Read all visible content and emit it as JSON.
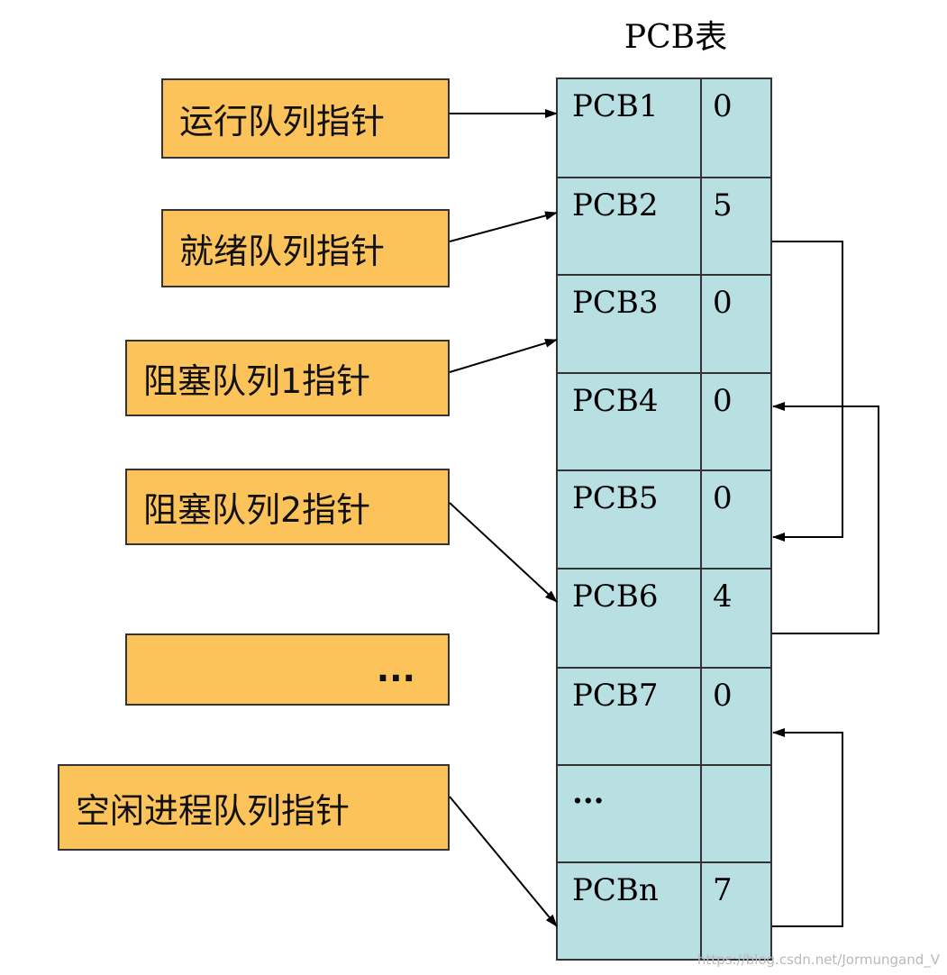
{
  "title": "PCB表",
  "pointers": [
    {
      "label": "运行队列指针"
    },
    {
      "label": "就绪队列指针"
    },
    {
      "label": "阻塞队列1指针"
    },
    {
      "label": "阻塞队列2指针"
    },
    {
      "label": "..."
    },
    {
      "label": "空闲进程队列指针"
    }
  ],
  "pcb_table": [
    {
      "name": "PCB1",
      "value": "0"
    },
    {
      "name": "PCB2",
      "value": "5"
    },
    {
      "name": "PCB3",
      "value": "0"
    },
    {
      "name": "PCB4",
      "value": "0"
    },
    {
      "name": "PCB5",
      "value": "0"
    },
    {
      "name": "PCB6",
      "value": "4"
    },
    {
      "name": "PCB7",
      "value": "0"
    },
    {
      "name": "...",
      "value": ""
    },
    {
      "name": "PCBn",
      "value": "7"
    }
  ],
  "colors": {
    "pointer_fill": "#fbc35a",
    "table_fill": "#b8dfe2",
    "line": "#000000"
  },
  "watermark": "https://blog.csdn.net/Jormungand_V"
}
